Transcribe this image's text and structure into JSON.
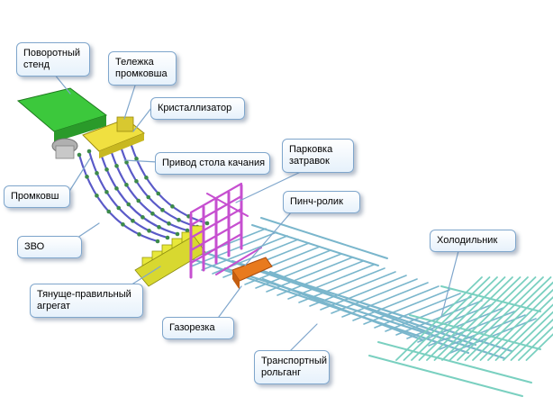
{
  "title": "Схема машины непрерывного литья заготовок",
  "colors": {
    "turret": "#3cc83c",
    "tundish_car": "#f0e040",
    "secondary_cooling": "#5a5ac8",
    "pinch_rolls": "#e8e83a",
    "dummy_bar": "#c64fd0",
    "torch_cutter": "#e87a1e",
    "roller_table": "#7ab6cc",
    "cooling_bed": "#7ad0c0",
    "callout_border": "#7fa6cc"
  },
  "labels": {
    "turret": [
      "Поворотный",
      "стенд"
    ],
    "tundish_car": [
      "Тележка",
      "промковша"
    ],
    "mould": [
      "Кристаллизатор"
    ],
    "oscillator": [
      "Привод стола качания"
    ],
    "dummy_bar_parking": [
      "Парковка",
      "затравок"
    ],
    "tundish": [
      "Промковш"
    ],
    "pinch_roll": [
      "Пинч-ролик"
    ],
    "secondary_cooling": [
      "ЗВО"
    ],
    "cooling_bed": [
      "Холодильник"
    ],
    "withdrawal_straightener": [
      "Тянуще-правильный",
      "агрегат"
    ],
    "torch_cutting": [
      "Газорезка"
    ],
    "roller_table": [
      "Транспортный",
      "рольганг"
    ]
  }
}
